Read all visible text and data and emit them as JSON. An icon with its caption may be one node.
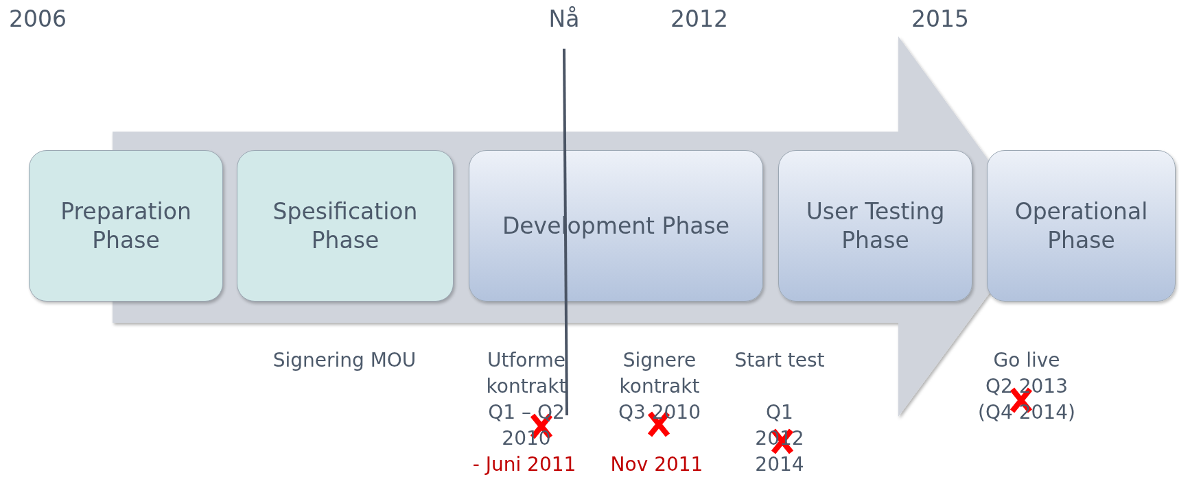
{
  "diagram": {
    "nodes": [
      {
        "text": [
          "Preparation Phase"
        ]
      },
      {
        "text": [
          "Spesification Phase"
        ]
      },
      {
        "text": [
          "Development Phase"
        ]
      },
      {
        "text": [
          "User Testing Phase"
        ]
      },
      {
        "text": [
          "Operational Phase"
        ]
      }
    ],
    "labels": [
      "2006",
      "Nå",
      "2012",
      "2015",
      "Signering MOU",
      "Utforme kontrakt Q1 – Q2 2010",
      "- Juni 2011",
      "Signere kontrakt Q3 2010",
      "Nov 2011",
      "Start test",
      "Q1 2012 2014",
      "Go live",
      "Q2 2013 (Q4 2014)"
    ]
  }
}
